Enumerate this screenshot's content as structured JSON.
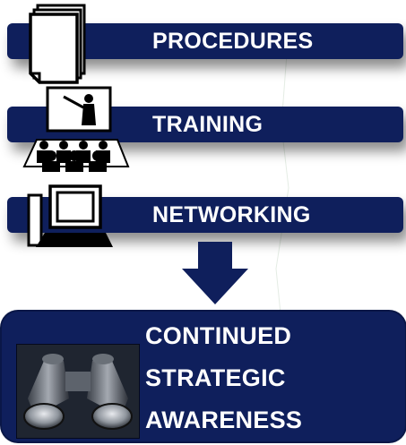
{
  "steps": [
    {
      "label": "PROCEDURES",
      "icon": "documents-icon"
    },
    {
      "label": "TRAINING",
      "icon": "presentation-audience-icon"
    },
    {
      "label": "NETWORKING",
      "icon": "computer-icon"
    }
  ],
  "flow_arrow_icon": "down-arrow-icon",
  "result": {
    "lines": [
      "CONTINUED",
      "STRATEGIC",
      "AWARENESS"
    ],
    "image_icon": "binoculars-icon"
  },
  "colors": {
    "bar_fill": "#0f1f5c",
    "text": "#ffffff",
    "arrow": "#0f1f5c"
  }
}
